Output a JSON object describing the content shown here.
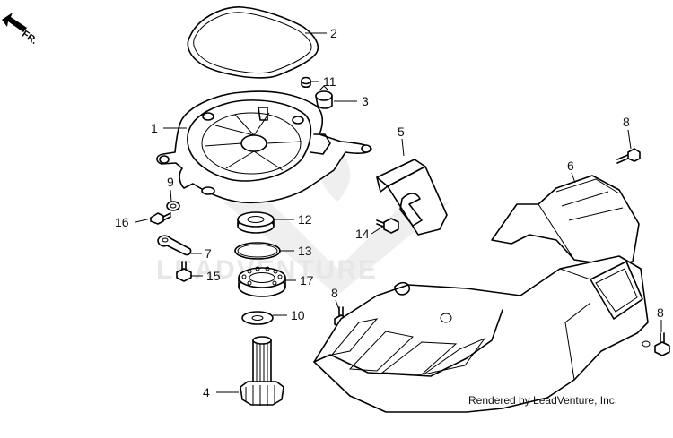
{
  "diagram": {
    "direction_label": "FR.",
    "watermark": "LEADVENTURE",
    "credit": "Rendered by LeadVenture, Inc.",
    "callouts": [
      "1",
      "2",
      "3",
      "4",
      "5",
      "6",
      "7",
      "8",
      "8",
      "8",
      "9",
      "10",
      "11",
      "12",
      "13",
      "14",
      "15",
      "16",
      "17"
    ]
  }
}
